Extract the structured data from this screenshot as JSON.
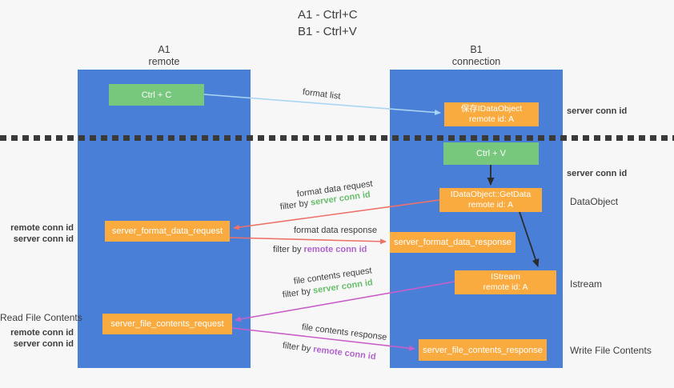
{
  "title": {
    "line1": "A1 - Ctrl+C",
    "line2": "B1 - Ctrl+V"
  },
  "lifelines": {
    "a1": {
      "id": "A1",
      "role": "remote"
    },
    "b1": {
      "id": "B1",
      "role": "connection"
    }
  },
  "nodes": {
    "ctrl_c": "Ctrl + C",
    "ctrl_v": "Ctrl + V",
    "save_idataobject": {
      "line1": "保存IDataObject",
      "line2": "remote id: A"
    },
    "getdata": {
      "line1": "IDataObject::GetData",
      "line2": "remote id: A"
    },
    "istream": {
      "line1": "IStream",
      "line2": "remote id: A"
    },
    "format_request": "server_format_data_request",
    "format_response": "server_format_data_response",
    "file_request": "server_file_contents_request",
    "file_response": "server_file_contents_response"
  },
  "flow_labels": {
    "format_list": "format list",
    "format_data_request": "format data request",
    "format_data_request_filter": {
      "prefix": "filter by ",
      "highlight": "server conn id"
    },
    "format_data_response": "format data response",
    "format_data_response_filter": {
      "prefix": "filter by ",
      "highlight": "remote conn id"
    },
    "file_contents_request": "file contents request",
    "file_contents_request_filter": {
      "prefix": "filter by ",
      "highlight": "server conn id"
    },
    "file_contents_response": "file contents response",
    "file_contents_response_filter": {
      "prefix": "filter by ",
      "highlight": "remote conn id"
    }
  },
  "side_labels": {
    "left": {
      "remote_conn_id_1": "remote conn id",
      "server_conn_id_1": "server conn id",
      "read_file_contents": "Read File Contents",
      "remote_conn_id_2": "remote conn id",
      "server_conn_id_2": "server conn id"
    },
    "right": {
      "server_conn_id_1": "server conn id",
      "server_conn_id_2": "server conn id",
      "dataobject": "DataObject",
      "istream": "Istream",
      "write_file_contents": "Write File Contents"
    }
  },
  "colors": {
    "background": "#f7f7f7",
    "column_blue": "#4a7fd7",
    "node_green": "#77c77d",
    "node_orange": "#f9ab40",
    "accent_green": "#67bf6b",
    "accent_purple": "#b063cc",
    "arrow_blue": "#a9d5f2",
    "arrow_salmon": "#ee7168",
    "arrow_magenta": "#ca5ec9",
    "arrow_black": "#2b2b2b"
  }
}
